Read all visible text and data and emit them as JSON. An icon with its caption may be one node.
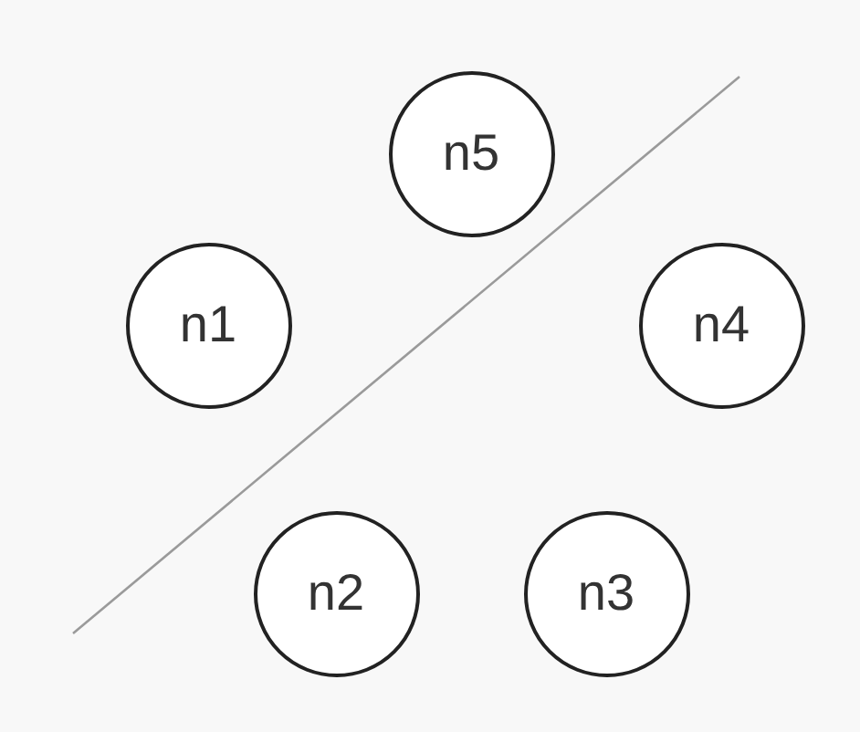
{
  "diagram": {
    "nodes": [
      {
        "text": [
          "n5"
        ]
      },
      {
        "text": [
          "n1"
        ]
      },
      {
        "text": [
          "n4"
        ]
      },
      {
        "text": [
          "n2"
        ]
      },
      {
        "text": [
          "n3"
        ]
      }
    ]
  }
}
